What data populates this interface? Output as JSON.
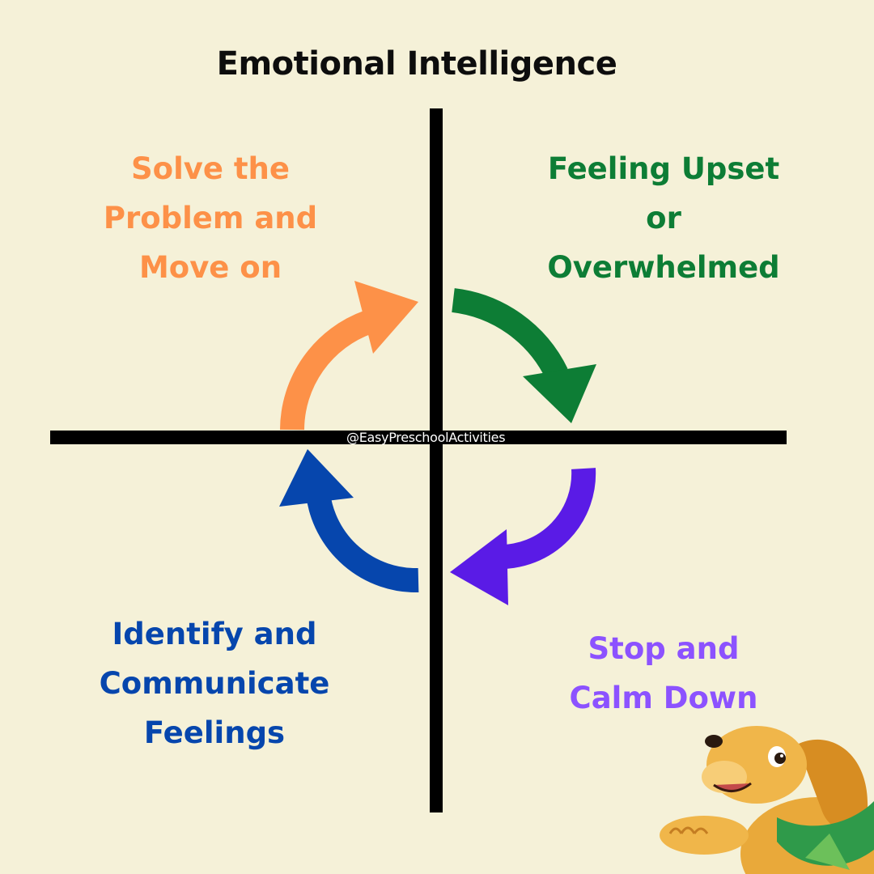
{
  "title": "Emotional Intelligence",
  "watermark": "@EasyPreschoolActivities",
  "colors": {
    "background": "#f5f1d8",
    "orange": "#fd9148",
    "green": "#0d7d35",
    "purple": "#5a1be6",
    "blue": "#0646ad",
    "light_purple": "#8c52ff"
  },
  "quadrants": {
    "top_left": {
      "lines": [
        "Solve the",
        "Problem and",
        "Move on"
      ],
      "color": "#fd9148"
    },
    "top_right": {
      "lines": [
        "Feeling Upset",
        "or",
        "Overwhelmed"
      ],
      "color": "#0d7d35"
    },
    "bottom_left": {
      "lines": [
        "Identify and",
        "Communicate",
        "Feelings"
      ],
      "color": "#0646ad"
    },
    "bottom_right": {
      "lines": [
        "Stop and",
        "Calm Down"
      ],
      "color": "#8c52ff"
    }
  },
  "arrows": [
    {
      "name": "green-arrow",
      "color": "#0d7d35",
      "points_to": "bottom_right"
    },
    {
      "name": "purple-arrow",
      "color": "#5a1be6",
      "points_to": "bottom_left"
    },
    {
      "name": "blue-arrow",
      "color": "#0646ad",
      "points_to": "top_left"
    },
    {
      "name": "orange-arrow",
      "color": "#fd9148",
      "points_to": "top_right"
    }
  ],
  "mascot": {
    "icon": "golden-retriever-puppy-icon"
  }
}
